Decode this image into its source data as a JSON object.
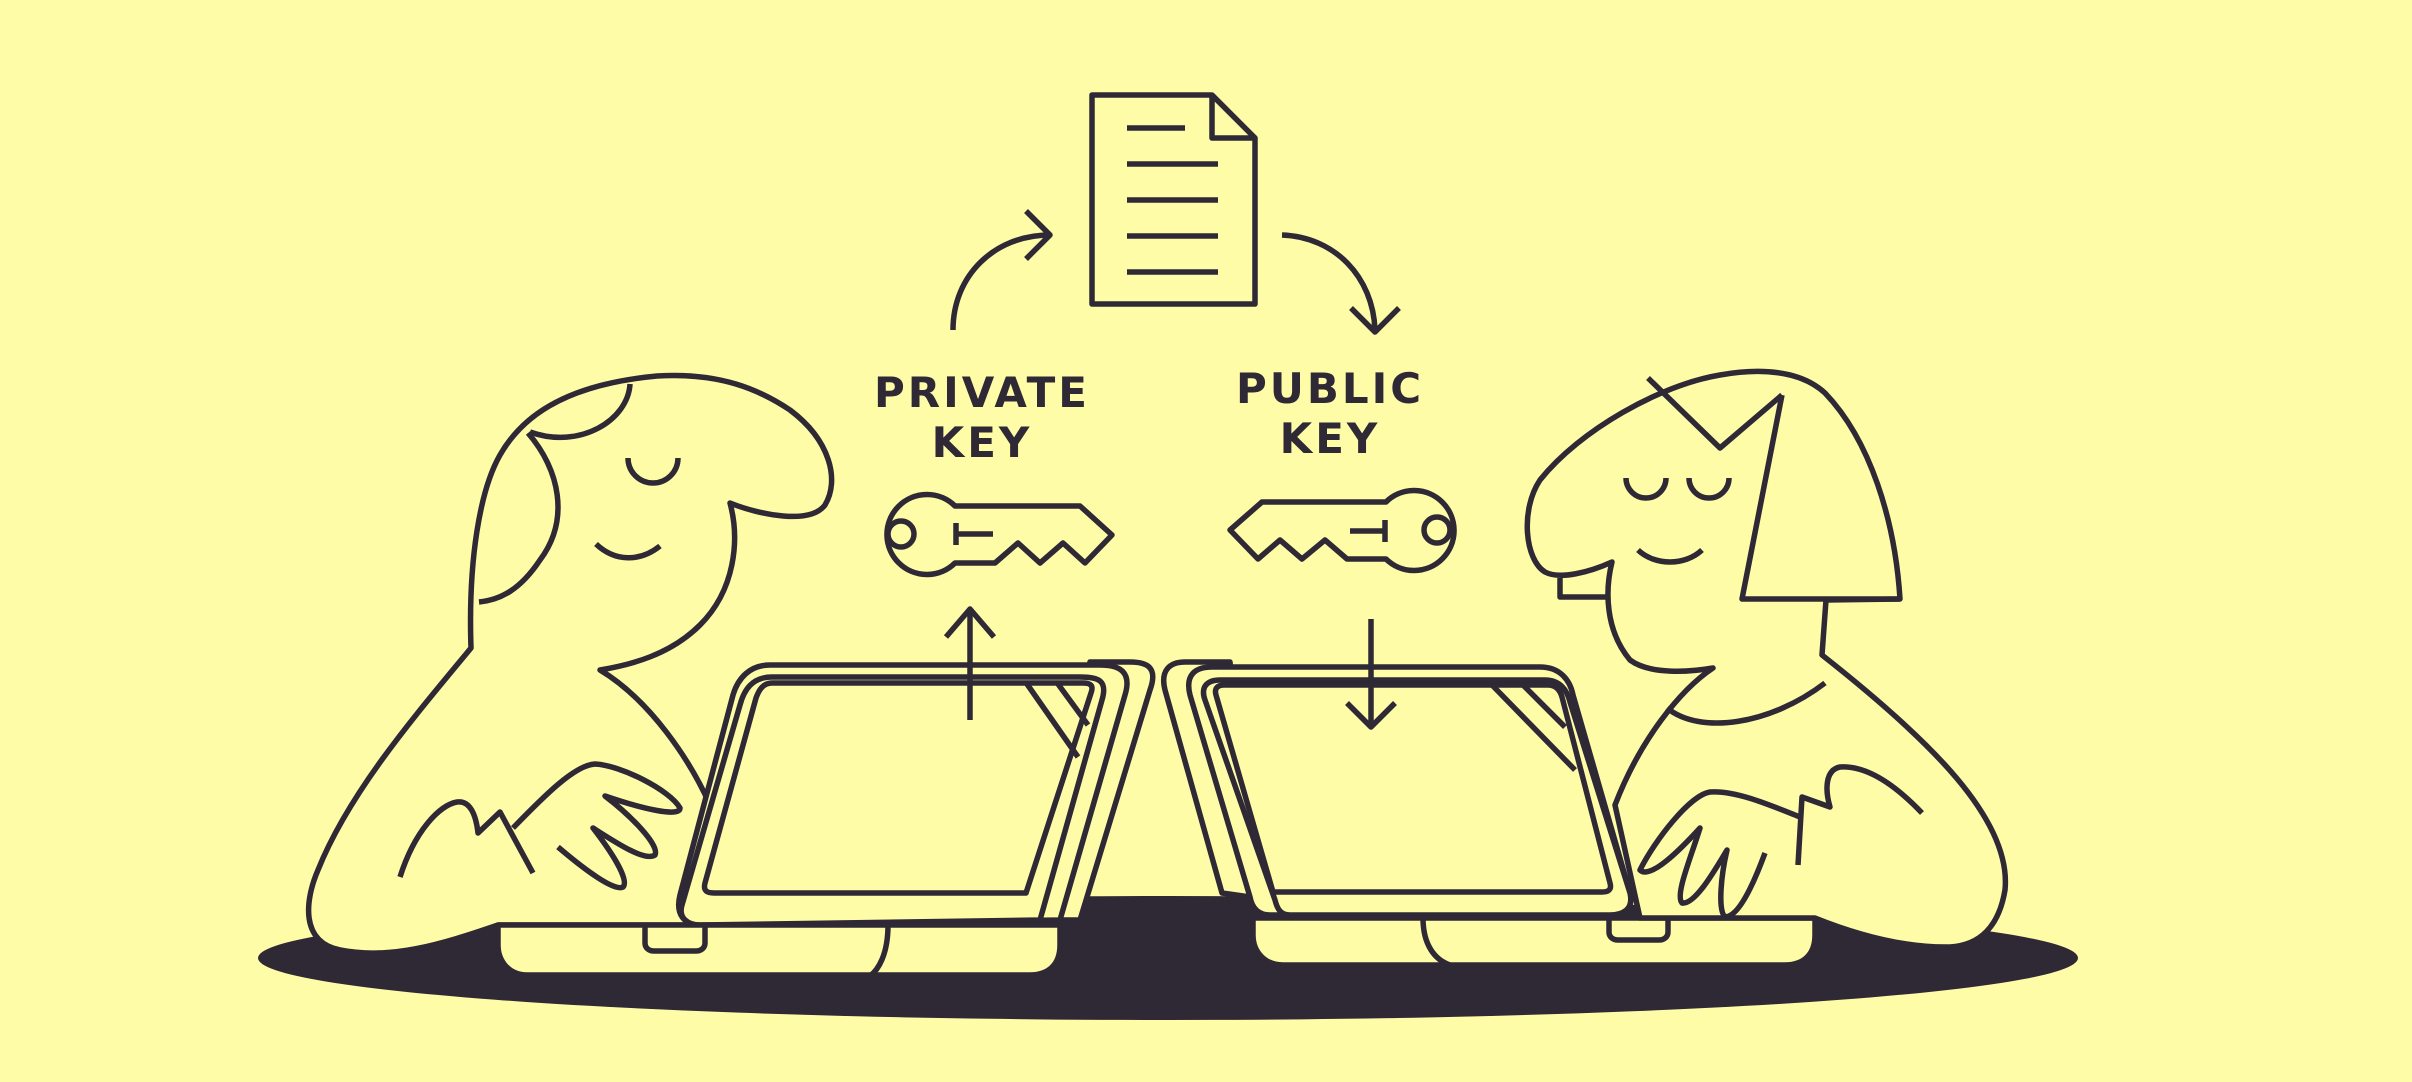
{
  "scene": {
    "description": "Two people at laptops exchanging a signed document using a private key and a public key",
    "background_color": "#FFFCA8",
    "ink_color": "#2F2936"
  },
  "labels": {
    "private_key": {
      "line1": "PRIVATE",
      "line2": "KEY"
    },
    "public_key": {
      "line1": "PUBLIC",
      "line2": "KEY"
    }
  },
  "icons": {
    "document": "document-icon",
    "private_key": "key-icon",
    "public_key": "key-icon",
    "arrow_to_document": "curved-arrow-icon",
    "arrow_from_document": "curved-arrow-icon",
    "upload_arrow": "arrow-up-icon",
    "download_arrow": "arrow-down-icon"
  }
}
